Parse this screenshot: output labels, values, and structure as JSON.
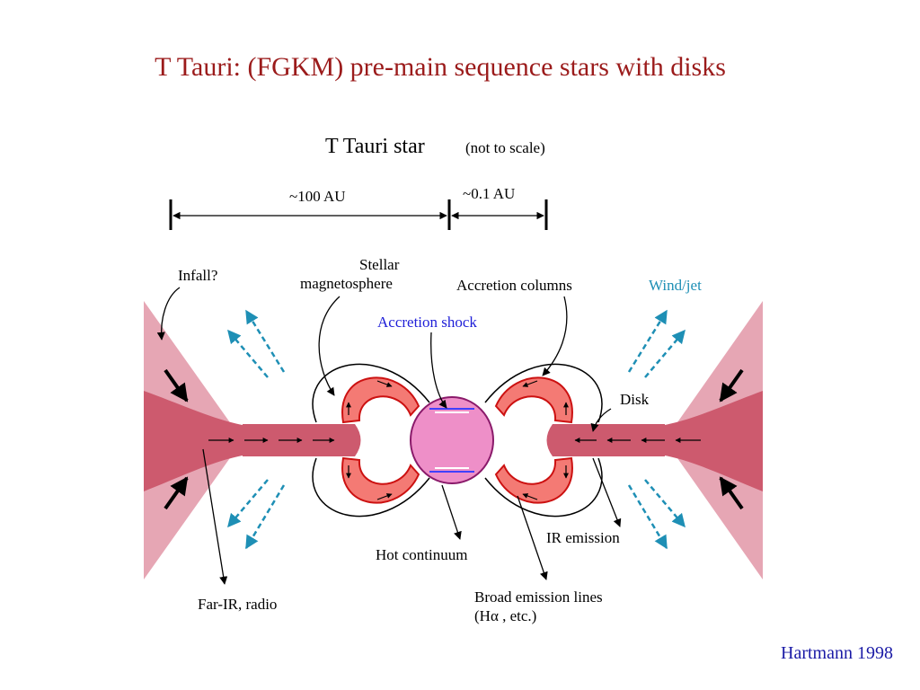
{
  "slide": {
    "title": "T Tauri: (FGKM) pre-main sequence stars with disks",
    "credit": "Hartmann 1998"
  },
  "diagram": {
    "heading": "T Tauri star",
    "heading_note": "(not to scale)",
    "scale_labels": {
      "outer": "~100 AU",
      "inner": "~0.1 AU"
    },
    "labels": {
      "infall": "Infall?",
      "stellar_magnetosphere_line1": "Stellar",
      "stellar_magnetosphere_line2": "magnetosphere",
      "accretion_columns": "Accretion columns",
      "wind_jet": "Wind/jet",
      "accretion_shock": "Accretion shock",
      "disk": "Disk",
      "hot_continuum": "Hot  continuum",
      "ir_emission": "IR emission",
      "far_ir_radio": "Far-IR, radio",
      "broad_emission_line1": "Broad emission lines",
      "broad_emission_line2": "(Hα , etc.)"
    },
    "colors": {
      "title": "#9b1b1b",
      "credit": "#1a1aa6",
      "outer_flare": "#e6a6b4",
      "inner_disk": "#cd5a6e",
      "accretion_column": "#f47a74",
      "star": "#ee8fc8",
      "accretion_shock_label": "#2020d8",
      "wind_jet": "#1e8fb5"
    }
  }
}
